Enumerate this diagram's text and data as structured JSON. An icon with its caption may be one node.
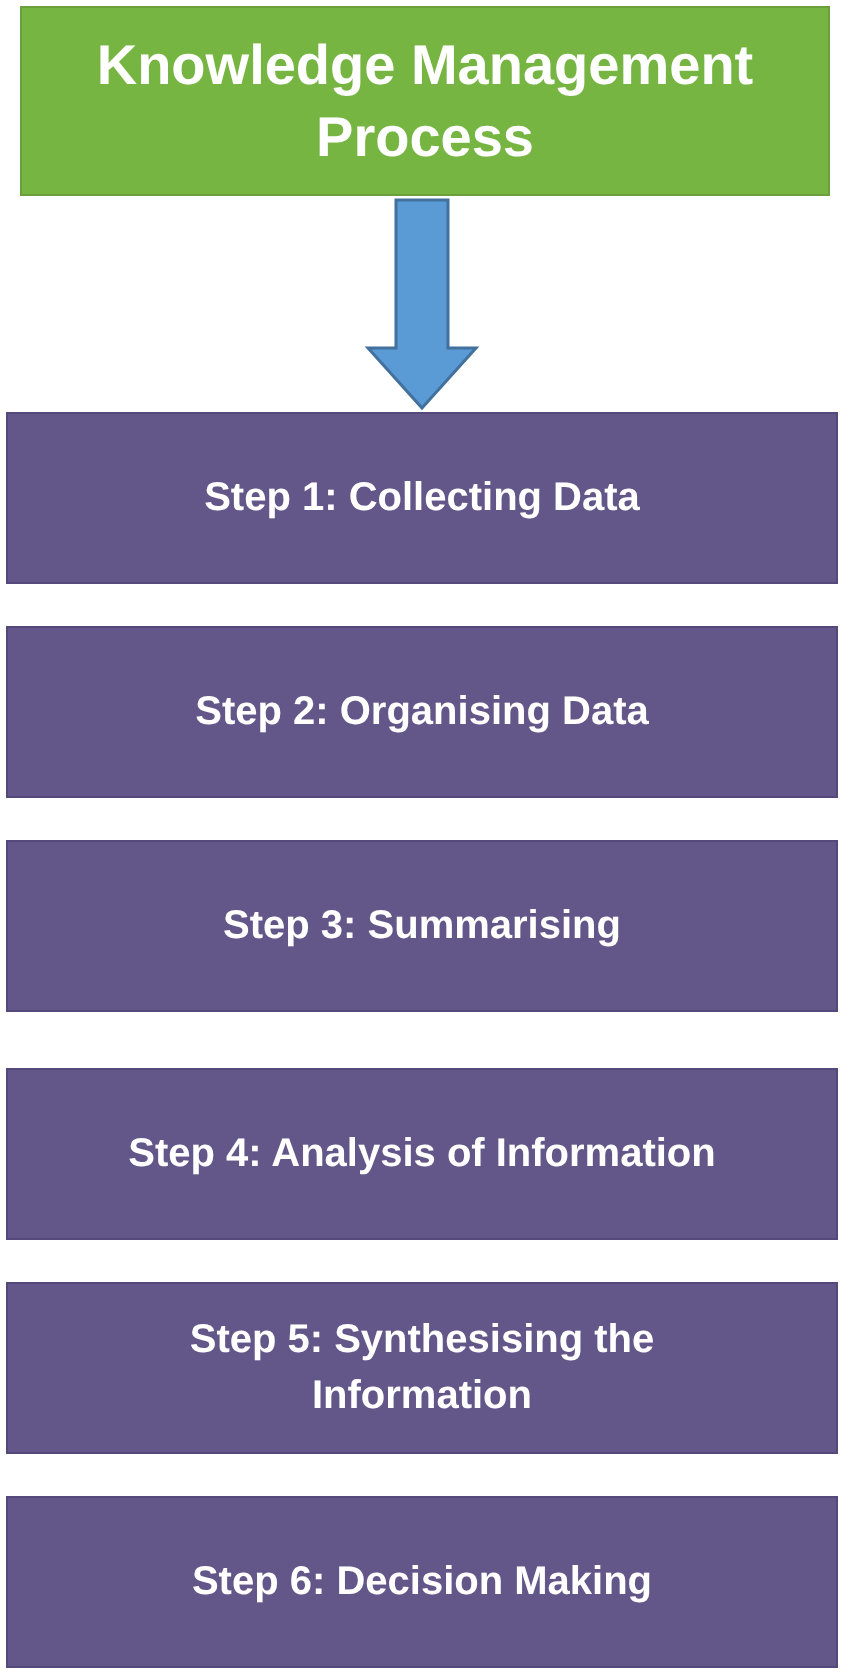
{
  "diagram": {
    "nodes": [
      {
        "text": [
          "Knowledge Management Process"
        ]
      },
      {
        "text": [
          "Step 1: Collecting Data"
        ]
      },
      {
        "text": [
          "Step 2: Organising Data"
        ]
      },
      {
        "text": [
          "Step 3: Summarising"
        ]
      },
      {
        "text": [
          "Step 4: Analysis of Information"
        ]
      },
      {
        "text": [
          "Step 5: Synthesising the Information"
        ]
      },
      {
        "text": [
          "Step 6: Decision Making"
        ]
      }
    ],
    "edges": [
      {
        "from": 0,
        "to": 1,
        "arrow": "to"
      }
    ]
  }
}
